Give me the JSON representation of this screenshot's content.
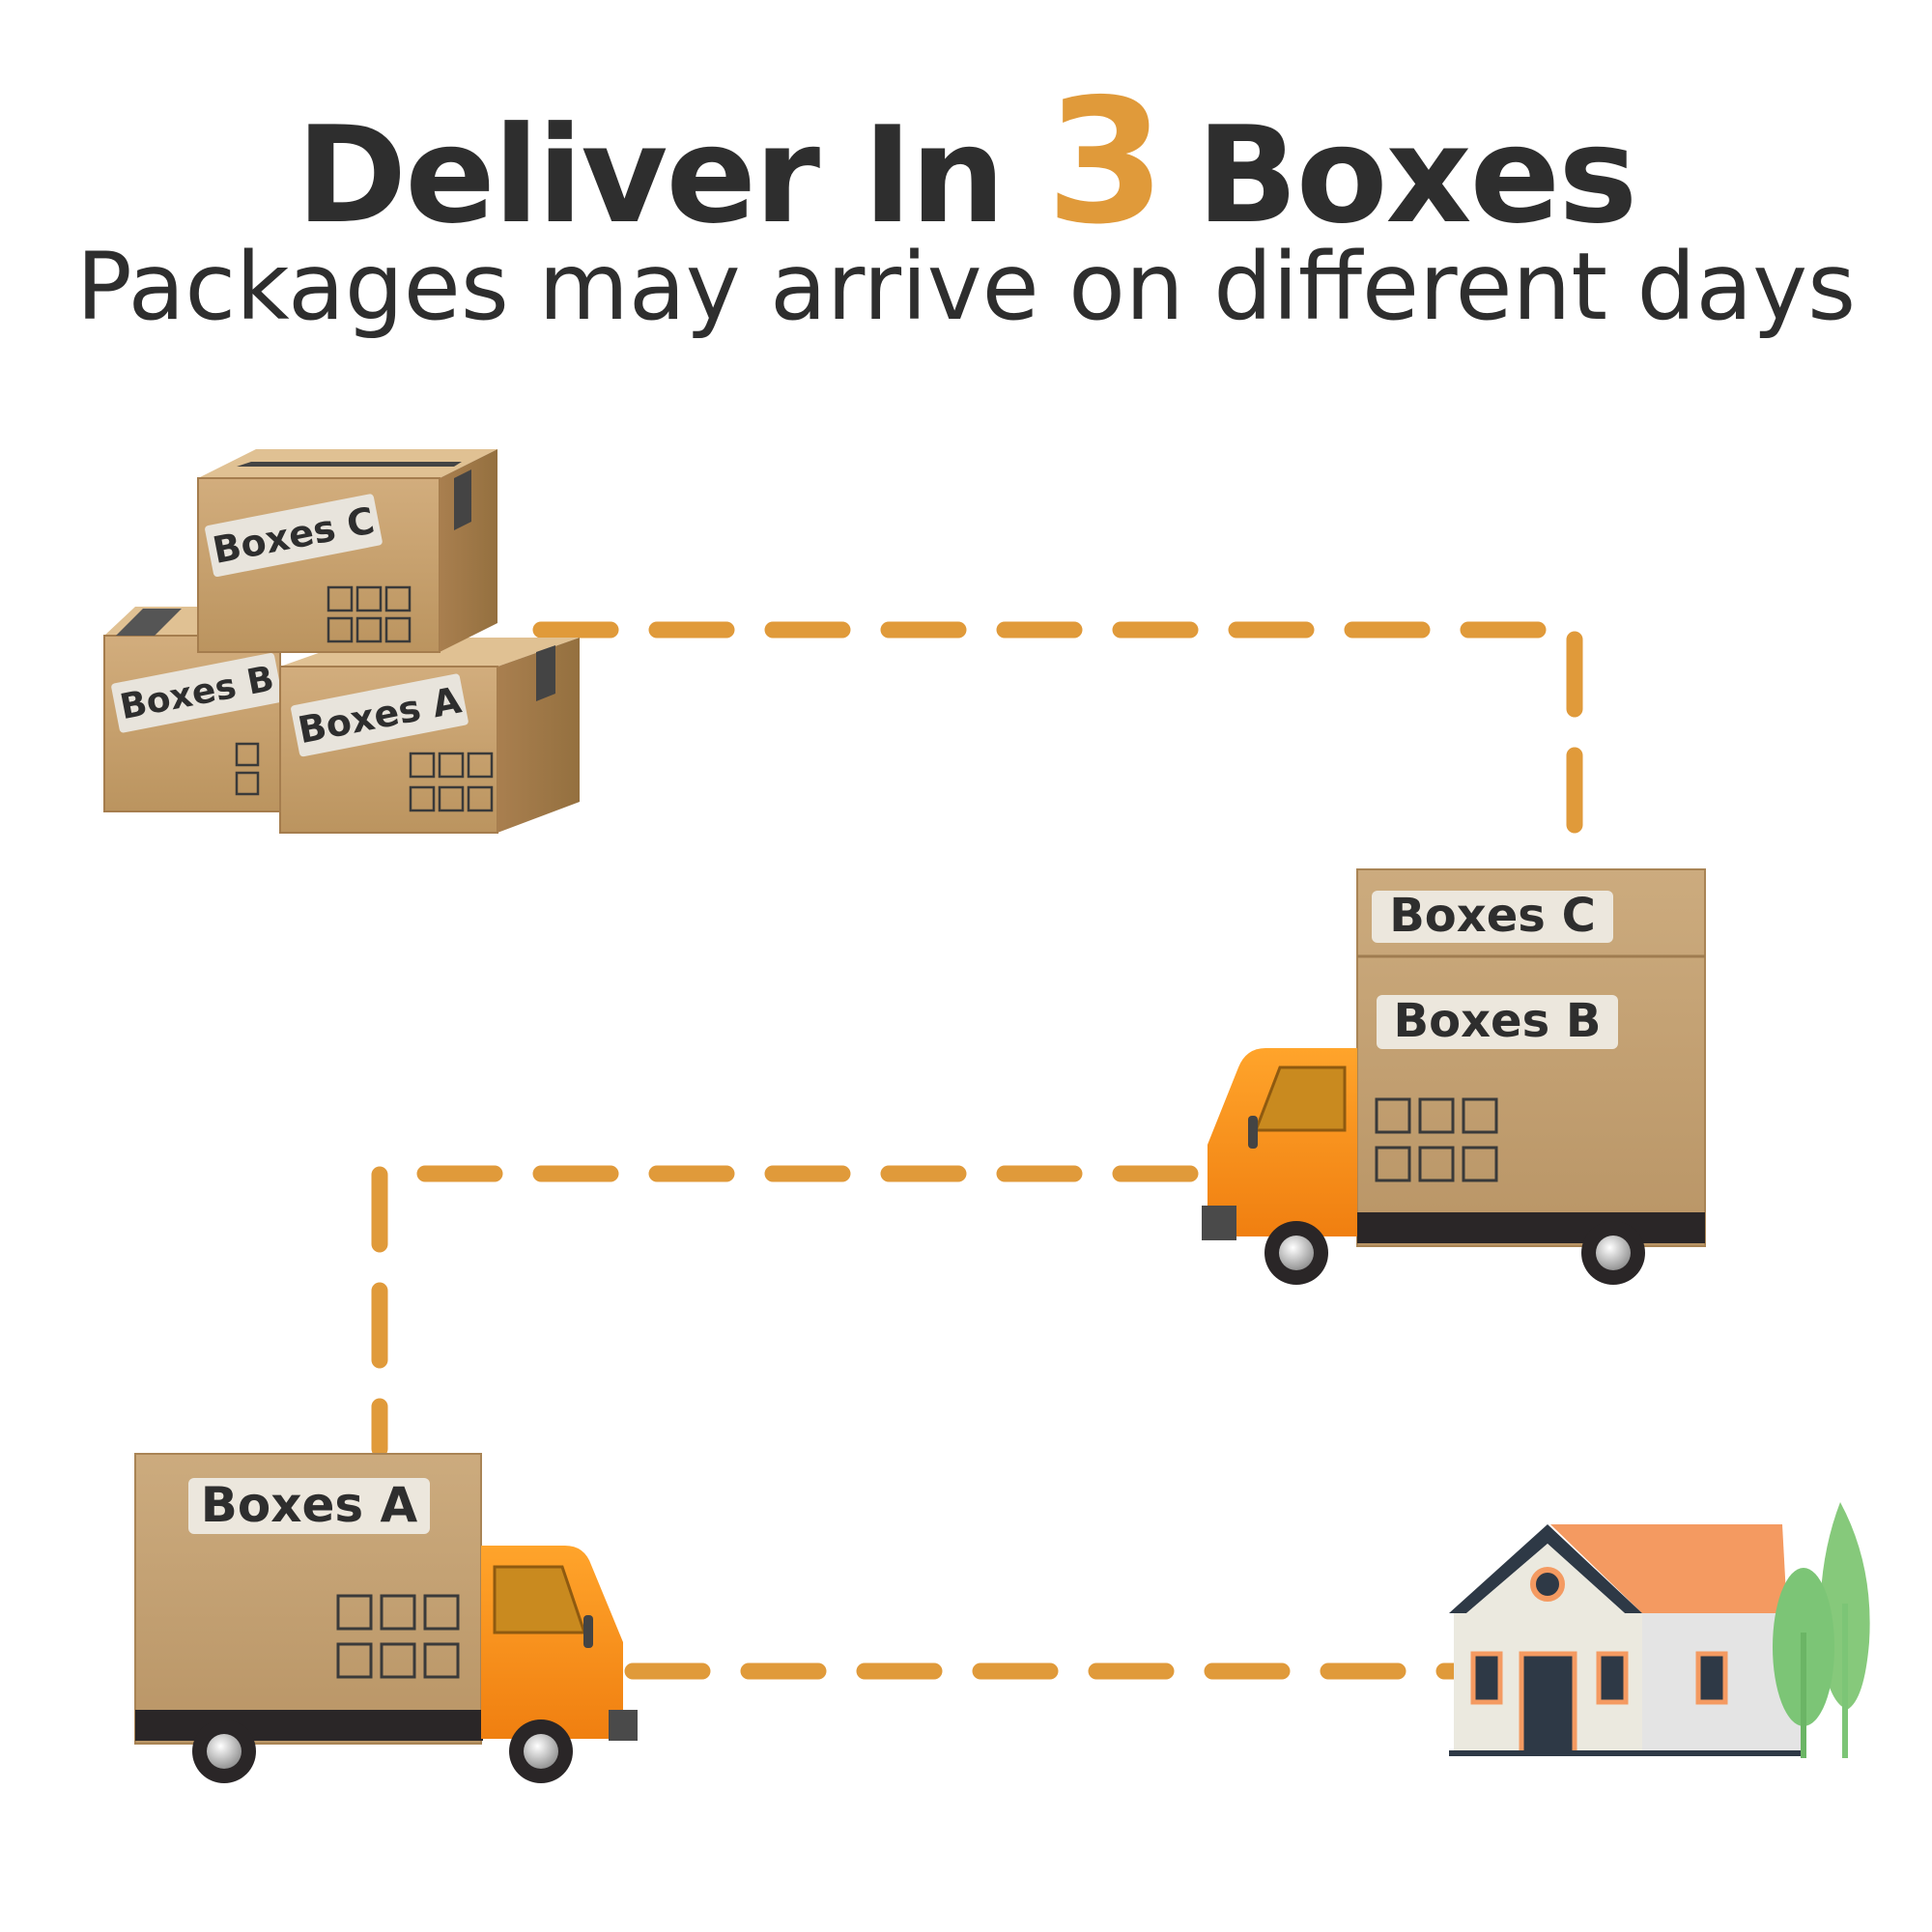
{
  "header": {
    "title_before": "Deliver In",
    "title_number": "3",
    "title_after": "Boxes",
    "subtitle": "Packages may arrive on different days"
  },
  "labels": {
    "box_a": "Boxes A",
    "box_b": "Boxes B",
    "box_c": "Boxes C"
  },
  "colors": {
    "accent": "#e09a3a",
    "cardboard": "#c9a373",
    "truck_cab": "#f7941d",
    "roof": "#f49a61",
    "tree": "#7cc576"
  },
  "icons": [
    "stacked-boxes-icon",
    "delivery-truck-icon",
    "house-icon",
    "tree-icon"
  ]
}
